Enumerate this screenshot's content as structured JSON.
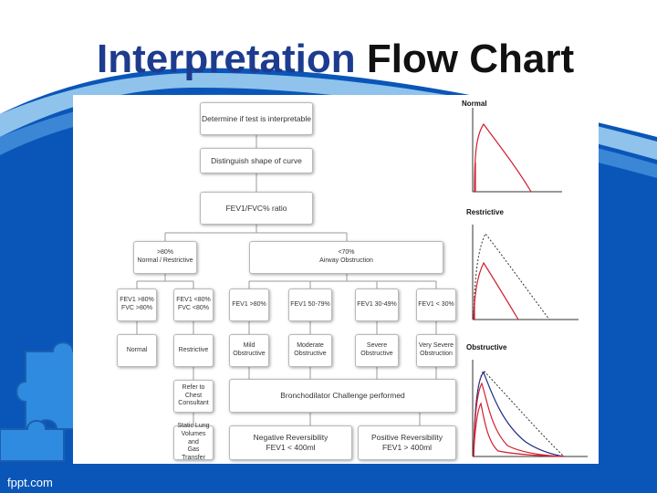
{
  "slide": {
    "title_part1": "Interpretation",
    "title_part2": "Flow Chart",
    "footer": "fppt.com",
    "colors": {
      "background": "#0a56b8",
      "title_blue": "#1d3c8f",
      "red_curve": "#d11f2f",
      "blue_curve": "#1d2a8a"
    }
  },
  "flow": {
    "determine": "Determine if test is interpretable",
    "distinguish": "Distinguish shape of curve",
    "ratio": "FEV1/FVC% ratio",
    "gt80": ">80%\nNormal / Restrictive",
    "lt70": "<70%\nAirway Obstruction",
    "n_cond": "FEV1 >80%\nFVC >80%",
    "r_cond": "FEV1 <80%\nFVC <80%",
    "o_cond1": "FEV1 >80%",
    "o_cond2": "FEV1 50-79%",
    "o_cond3": "FEV1 30-49%",
    "o_cond4": "FEV1 < 30%",
    "normal": "Normal",
    "restrictive": "Restrictive",
    "mild": "Mild\nObstructive",
    "moderate": "Moderate\nObstructive",
    "severe": "Severe\nObstructive",
    "very_severe": "Very Severe\nObstruction",
    "refer": "Refer to\nChest\nConsultant",
    "broncho": "Bronchodilator Challenge performed",
    "static": "Static Lung\nVolumes and\nGas Transfer",
    "negative": "Negative Reversibility\nFEV1 < 400ml",
    "positive": "Positive Reversibility\nFEV1 > 400ml"
  },
  "graphs": {
    "normal_label": "Normal",
    "restrictive_label": "Restrictive",
    "obstructive_label": "Obstructive"
  }
}
